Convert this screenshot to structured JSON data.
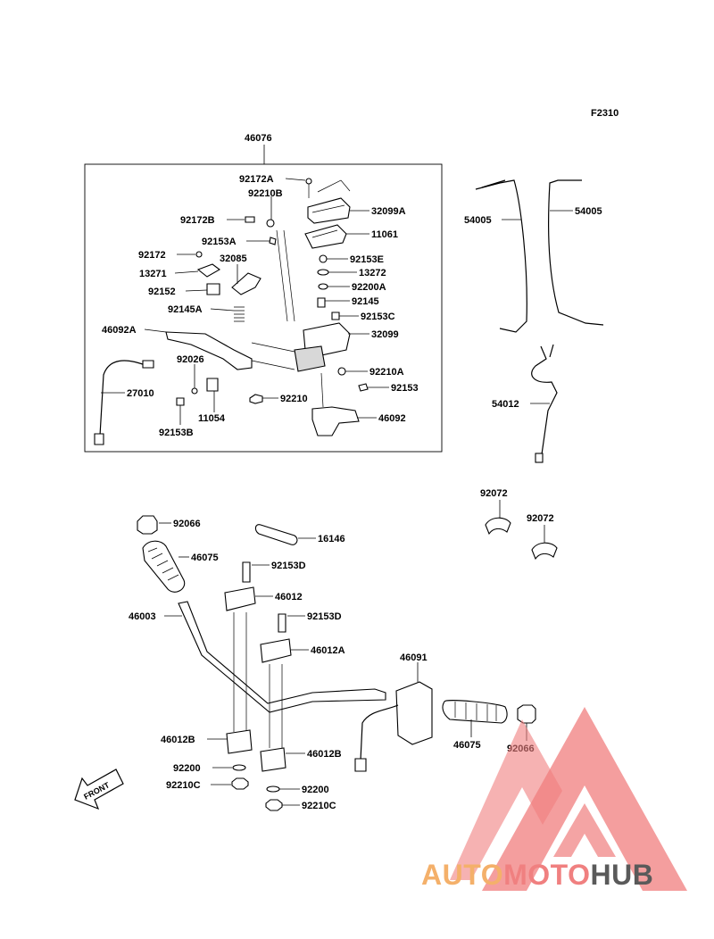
{
  "diagram": {
    "code": "F2310",
    "assembly_number": "46076",
    "front_label": "FRONT",
    "labels": [
      "92172A",
      "92210B",
      "32099A",
      "92172B",
      "11061",
      "92153A",
      "92172",
      "32085",
      "92153E",
      "13271",
      "13272",
      "92152",
      "92200A",
      "92145A",
      "92145",
      "92153C",
      "46092A",
      "32099",
      "92026",
      "92210A",
      "92153",
      "27010",
      "11054",
      "92210",
      "46092",
      "92153B",
      "54005",
      "54005",
      "54012",
      "92072",
      "92072",
      "92066",
      "16146",
      "46075",
      "92153D",
      "46012",
      "46003",
      "92153D",
      "46012A",
      "46091",
      "46075",
      "92066",
      "46012B",
      "46012B",
      "92200",
      "92210C",
      "92200",
      "92210C"
    ]
  },
  "watermark": {
    "brand_part1": "AUTO",
    "brand_part2": "MOTO",
    "brand_part3": "HUB",
    "colors": {
      "auto": "#f4b06a",
      "moto": "#f08080",
      "hub": "#5a5a5a",
      "triangle": "#f07e7e"
    }
  }
}
